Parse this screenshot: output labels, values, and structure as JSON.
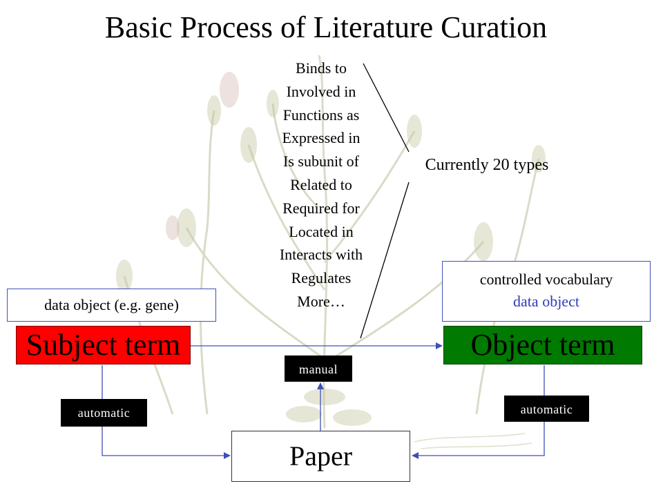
{
  "title": "Basic Process of Literature Curation",
  "relation_types": [
    "Binds to",
    "Involved in",
    "Functions as",
    "Expressed in",
    "Is subunit of",
    "Related to",
    "Required for",
    "Located in",
    "Interacts with",
    "Regulates",
    "More…"
  ],
  "types_note": "Currently 20 types",
  "subject_description": "data object (e.g. gene)",
  "object_description": {
    "line1": "controlled vocabulary",
    "line2": "data object"
  },
  "subject_term": "Subject term",
  "object_term": "Object term",
  "method_tags": {
    "manual": "manual",
    "automatic_left": "automatic",
    "automatic_right": "automatic"
  },
  "paper_label": "Paper",
  "colors": {
    "subject_fill": "#ff0000",
    "object_fill": "#007a00",
    "connector_blue": "#3f4fb8",
    "tag_fill": "#000000",
    "description_blue": "#2e3bb4"
  }
}
